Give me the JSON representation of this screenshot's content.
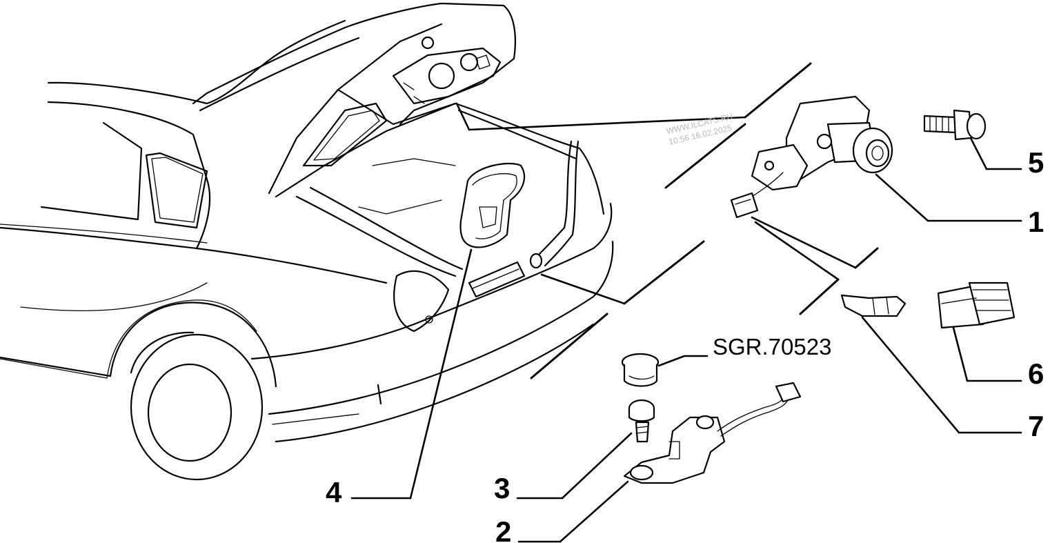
{
  "diagram": {
    "reference_code": "SGR.70523",
    "watermark": [
      "WWW.ILCATS.RU",
      "10:56 16.02.2025"
    ],
    "callouts": {
      "part_1": "1",
      "part_2": "2",
      "part_3": "3",
      "part_4": "4",
      "part_5": "5",
      "part_6": "6",
      "part_7": "7"
    }
  }
}
